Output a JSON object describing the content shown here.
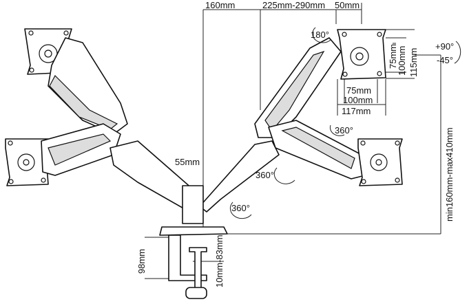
{
  "dimensions": {
    "arm_offset": "160mm",
    "arm_reach": "225mm-290mm",
    "plate_offset": "50mm",
    "vesa_75_h": "75mm",
    "vesa_100_h": "100mm",
    "plate_height": "115mm",
    "vesa_75_w": "75mm",
    "vesa_100_w": "100mm",
    "plate_width": "117mm",
    "pole_width": "55mm",
    "height_range": "min160mm-max410mm",
    "clamp_height": "98mm",
    "desk_thickness": "10mm-83mm"
  },
  "rotations": {
    "rotate": "180°",
    "tilt_up": "+90°",
    "tilt_down": "-45°",
    "swivel_plate": "360°",
    "swivel_arm": "360°",
    "swivel_base": "360°"
  }
}
